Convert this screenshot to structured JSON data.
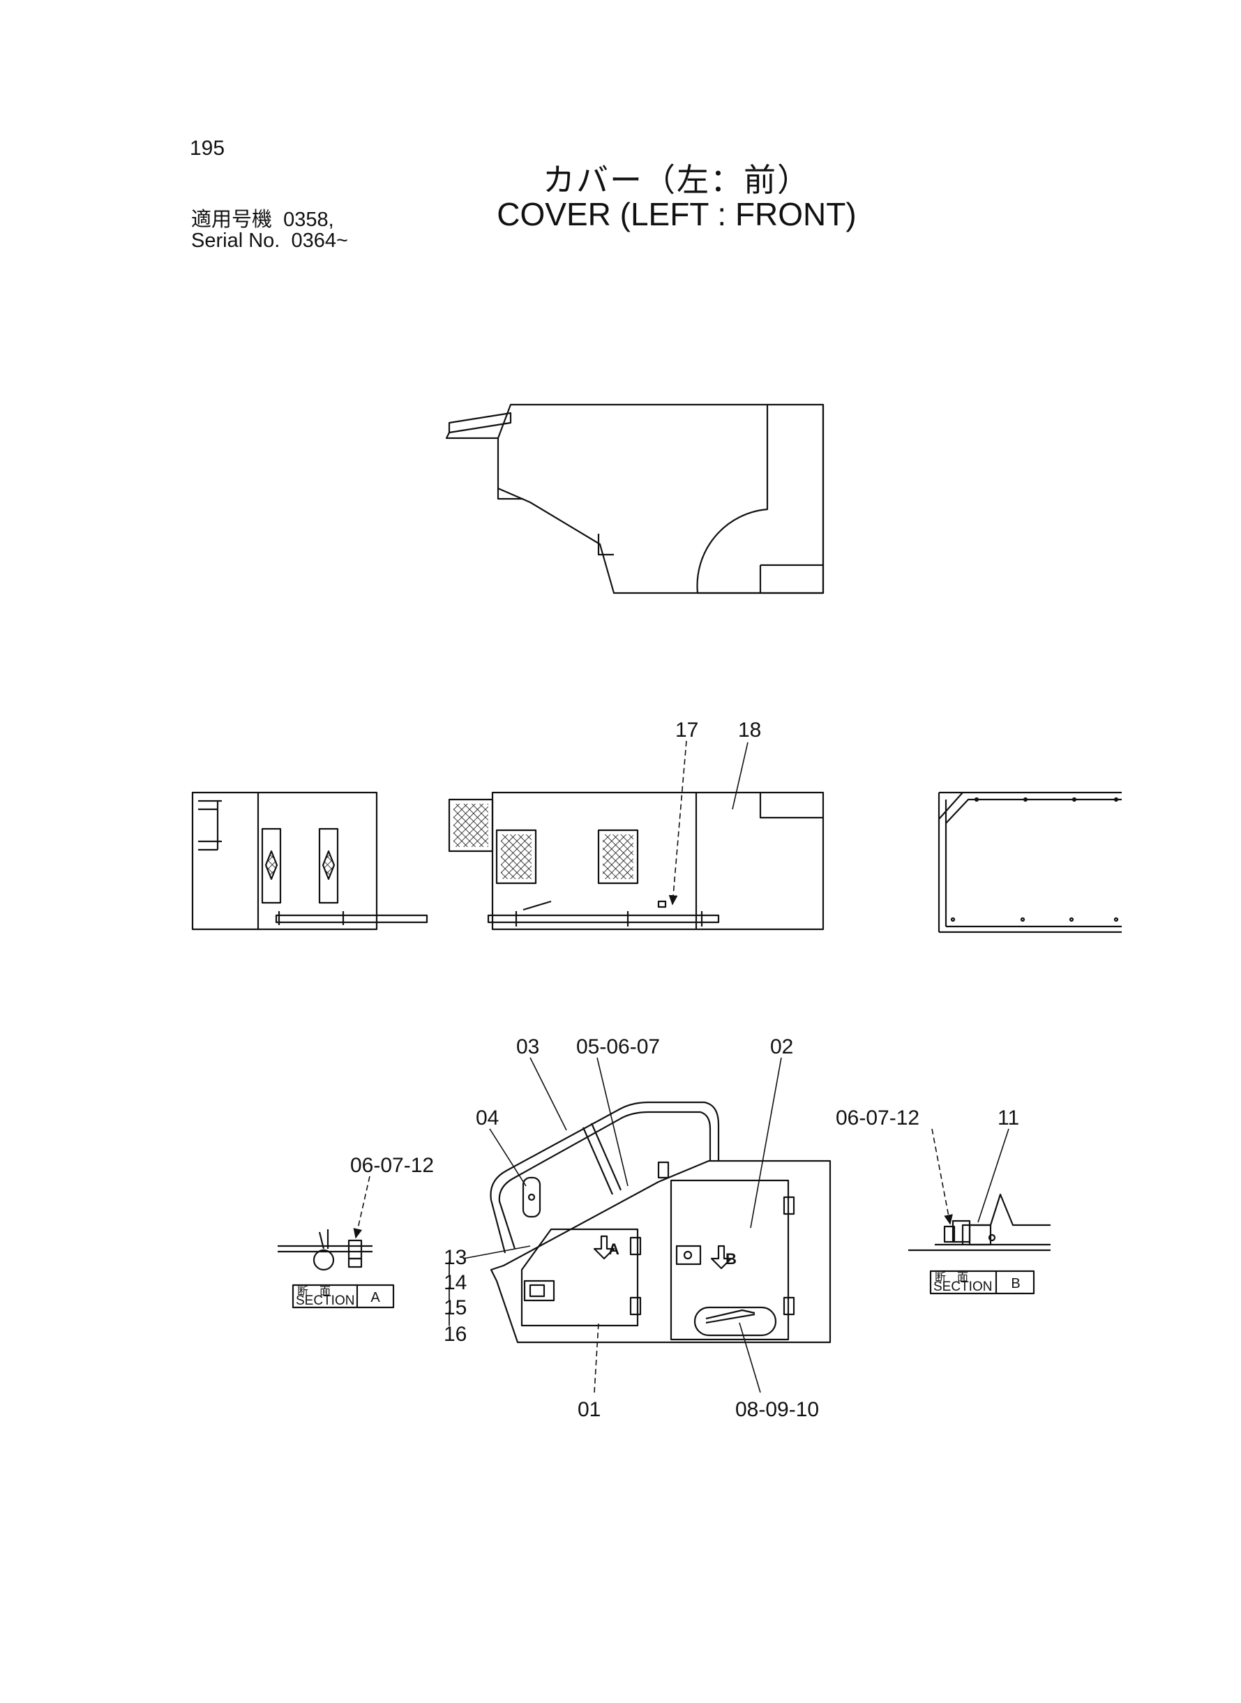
{
  "header": {
    "page_number": "195",
    "title_jp": "カバー（左：前）",
    "title_en": "COVER (LEFT : FRONT)",
    "applicable_label_jp": "適用号機",
    "applicable_value": "0358,",
    "serial_label": "Serial No.",
    "serial_value": "0364~"
  },
  "callouts": {
    "c17": "17",
    "c18": "18",
    "c03": "03",
    "c05_06_07": "05-06-07",
    "c02": "02",
    "c04": "04",
    "c06_07_12_left": "06-07-12",
    "c06_07_12_right": "06-07-12",
    "c11": "11",
    "c13": "13",
    "c14": "14",
    "c15": "15",
    "c16": "16",
    "c01": "01",
    "c08_09_10": "08-09-10",
    "arrow_a": "A",
    "arrow_b": "B"
  },
  "sections": {
    "a_jp": "断　面",
    "a_en": "SECTION",
    "a_letter": "A",
    "b_jp": "断　面",
    "b_en": "SECTION",
    "b_letter": "B"
  }
}
